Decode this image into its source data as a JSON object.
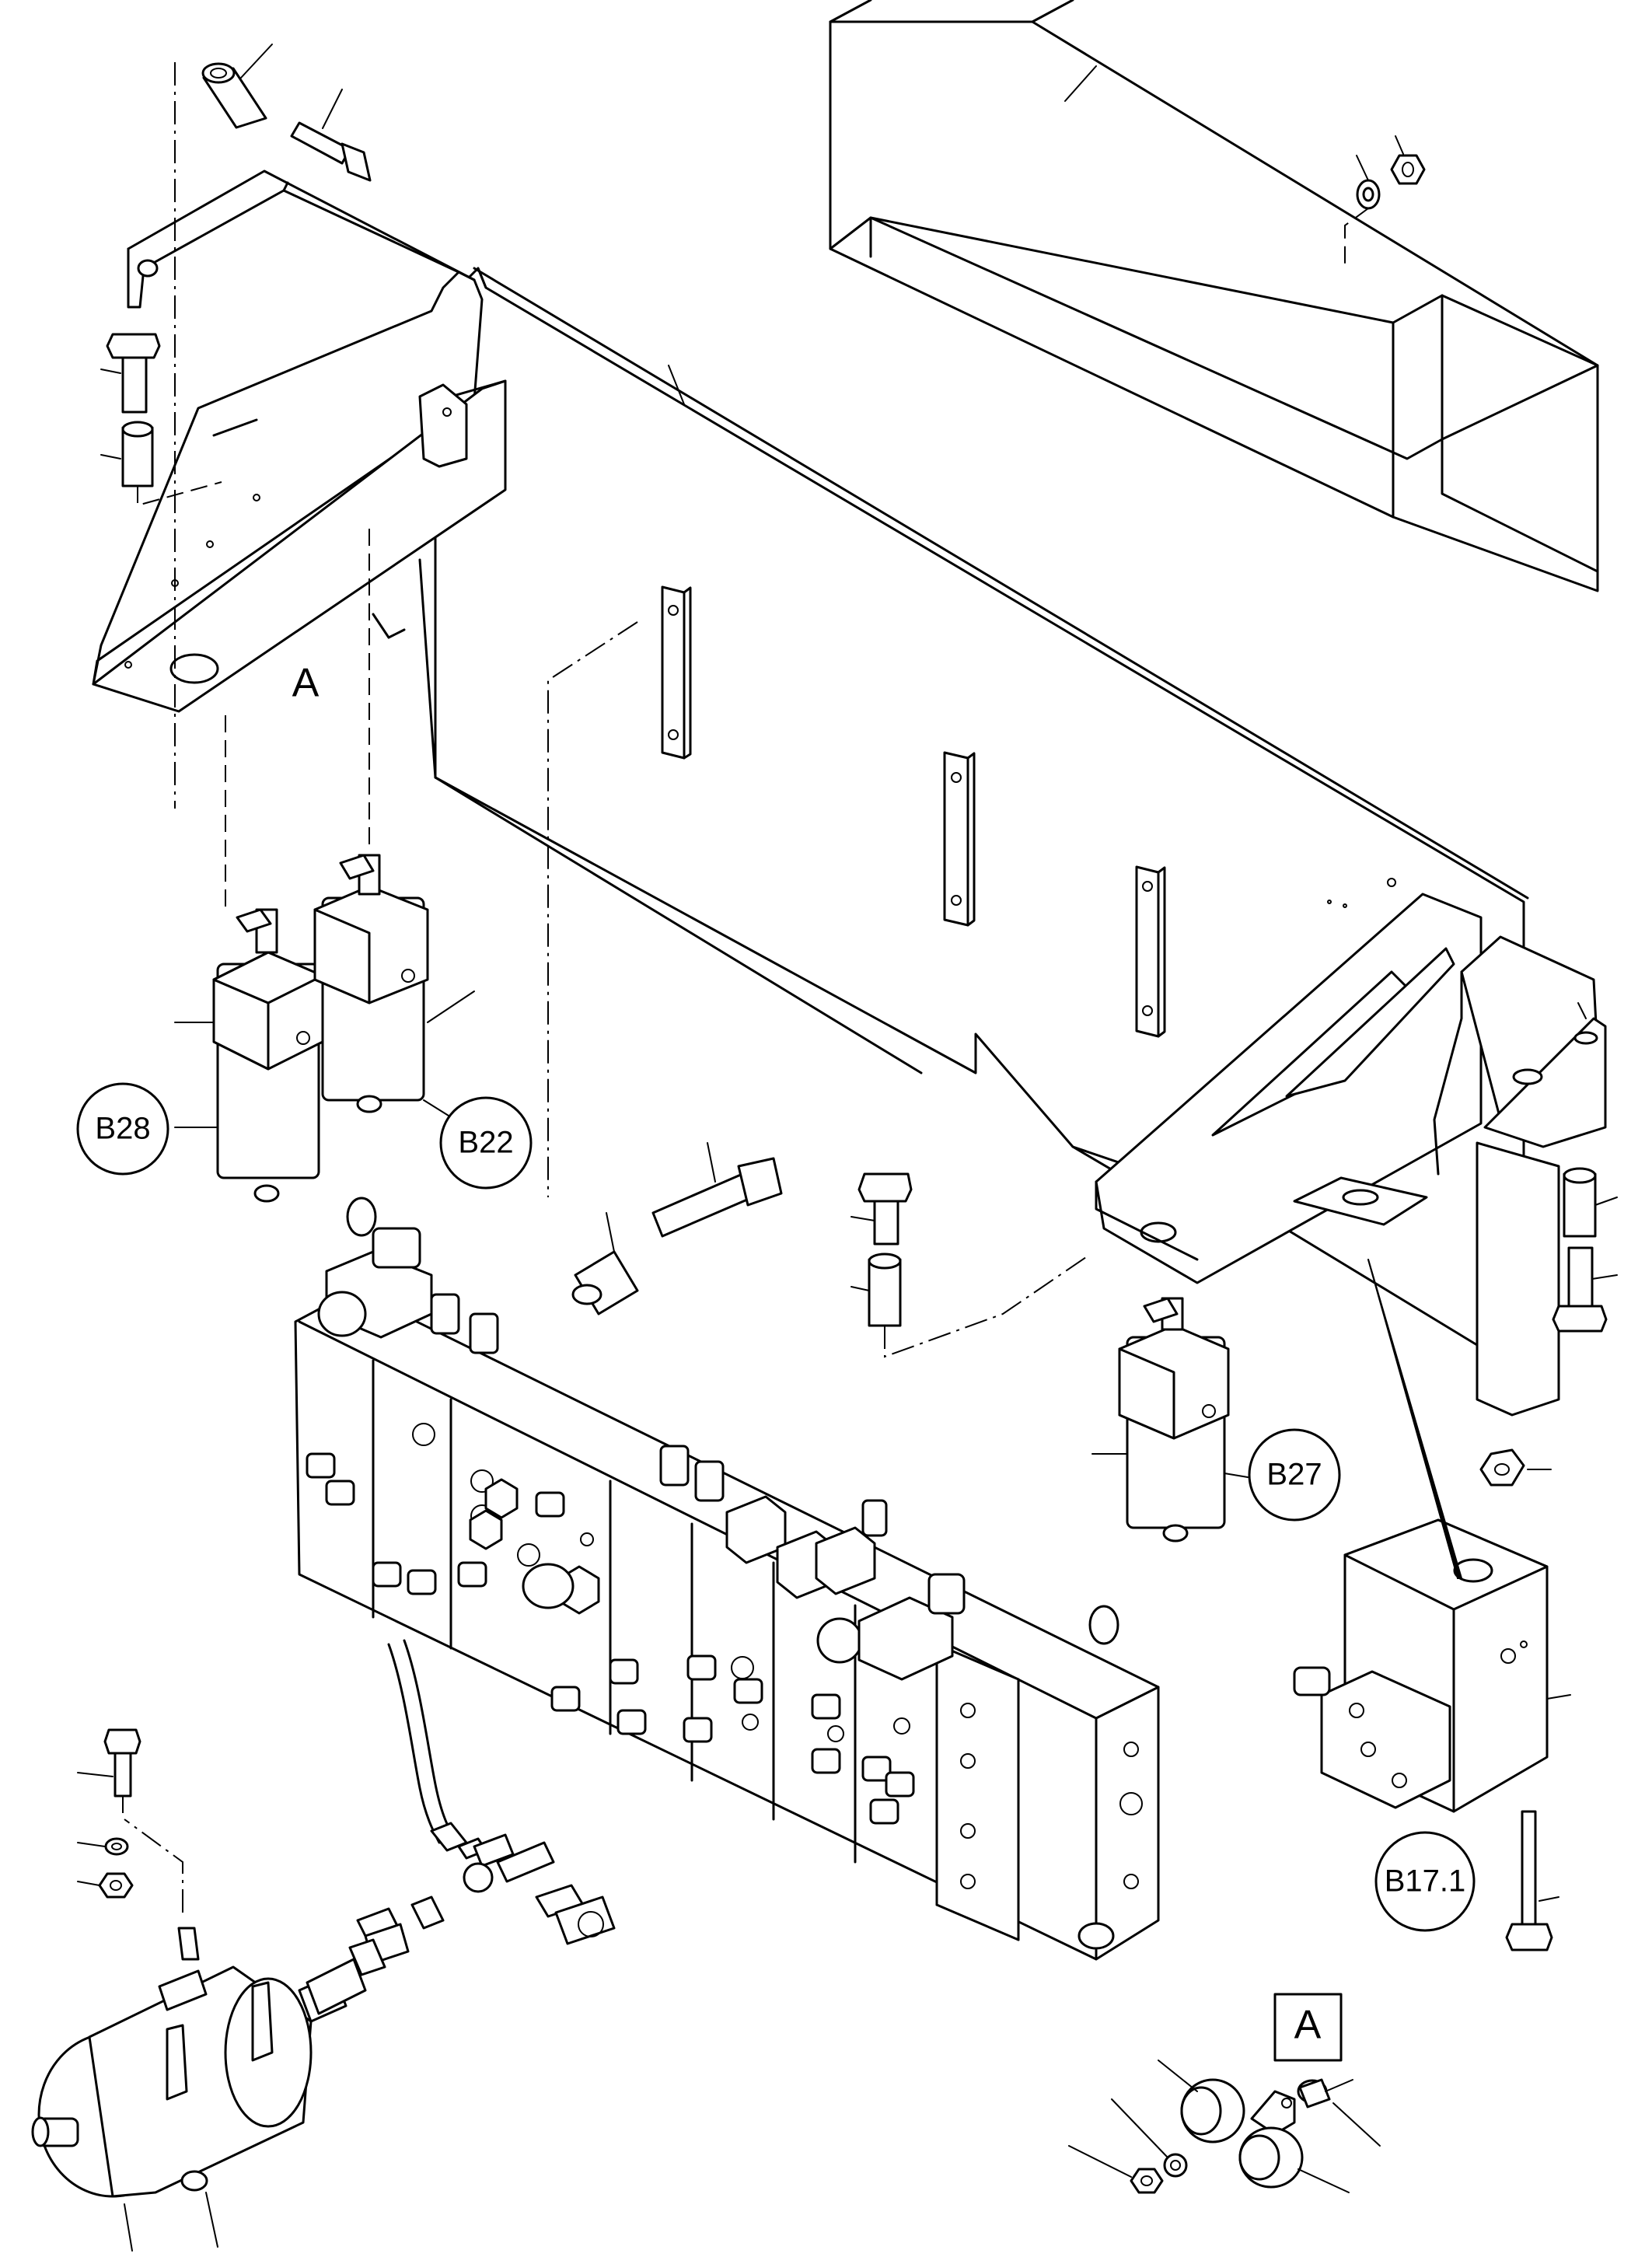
{
  "callouts": {
    "b28": "B28",
    "b22": "B22",
    "b27": "B27",
    "b17_1": "B17.1"
  },
  "detail_marker": "A",
  "detail_box_label": "A"
}
